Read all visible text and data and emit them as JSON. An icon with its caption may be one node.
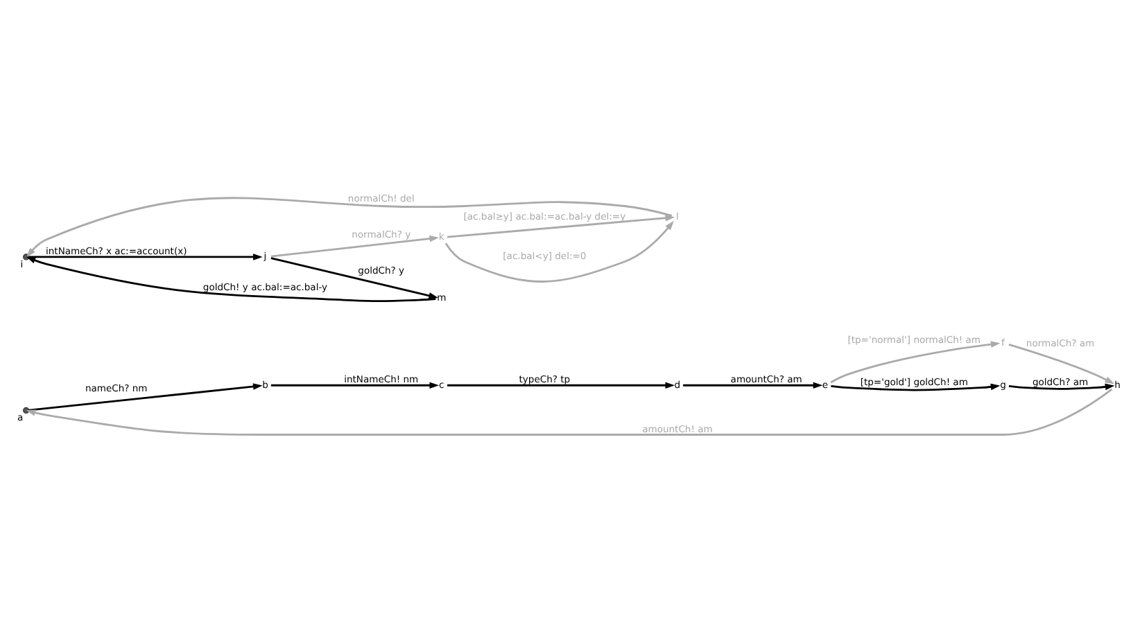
{
  "diagram": {
    "nodes": [
      {
        "text": [
          "a"
        ]
      },
      {
        "text": [
          "b"
        ]
      },
      {
        "text": [
          "c"
        ]
      },
      {
        "text": [
          "d"
        ]
      },
      {
        "text": [
          "e"
        ]
      },
      {
        "text": [
          "f"
        ]
      },
      {
        "text": [
          "g"
        ]
      },
      {
        "text": [
          "h"
        ]
      },
      {
        "text": [
          "i"
        ]
      },
      {
        "text": [
          "j"
        ]
      },
      {
        "text": [
          "k"
        ]
      },
      {
        "text": [
          "l"
        ]
      },
      {
        "text": [
          "m"
        ]
      }
    ],
    "edges": [
      {
        "from": 0,
        "to": 1,
        "arrow": "to",
        "label": "nameCh? nm"
      },
      {
        "from": 1,
        "to": 2,
        "arrow": "to",
        "label": "intNameCh! nm"
      },
      {
        "from": 2,
        "to": 3,
        "arrow": "to",
        "label": "typeCh? tp"
      },
      {
        "from": 3,
        "to": 4,
        "arrow": "to",
        "label": "amountCh? am"
      },
      {
        "from": 4,
        "to": 6,
        "arrow": "to",
        "label": "[tp='gold'] goldCh! am"
      },
      {
        "from": 4,
        "to": 5,
        "arrow": "to",
        "label": "[tp='normal'] normalCh! am",
        "color": "#aaaaaa"
      },
      {
        "from": 6,
        "to": 7,
        "arrow": "to",
        "label": "goldCh? am"
      },
      {
        "from": 5,
        "to": 7,
        "arrow": "to",
        "label": "normalCh? am",
        "color": "#aaaaaa"
      },
      {
        "from": 7,
        "to": 0,
        "arrow": "to",
        "label": "amountCh! am",
        "color": "#aaaaaa"
      },
      {
        "from": 8,
        "to": 9,
        "arrow": "to",
        "label": "intNameCh? x ac:=account(x)"
      },
      {
        "from": 9,
        "to": 10,
        "arrow": "to",
        "label": "normalCh? y",
        "color": "#aaaaaa"
      },
      {
        "from": 9,
        "to": 12,
        "arrow": "to",
        "label": "goldCh? y"
      },
      {
        "from": 10,
        "to": 11,
        "arrow": "to",
        "label": "[ac.bal<y] del:=0",
        "color": "#aaaaaa"
      },
      {
        "from": 10,
        "to": 11,
        "arrow": "to",
        "label": "[ac.bal≥y] ac.bal:=ac.bal-y del:=y",
        "color": "#aaaaaa"
      },
      {
        "from": 11,
        "to": 8,
        "arrow": "to",
        "label": "normalCh! del",
        "color": "#aaaaaa"
      },
      {
        "from": 12,
        "to": 8,
        "arrow": "to",
        "label": "goldCh! y ac.bal:=ac.bal-y"
      }
    ]
  }
}
